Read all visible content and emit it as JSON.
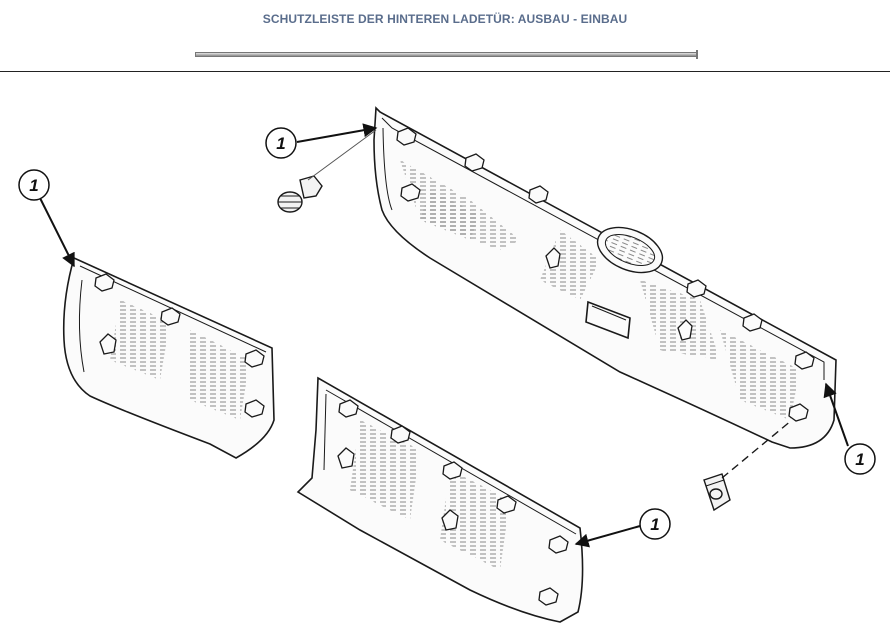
{
  "header": {
    "title": "SCHUTZLEISTE DER HINTEREN LADETÜR: AUSBAU - EINBAU"
  },
  "callouts": [
    {
      "id": "callout-top",
      "label": "1"
    },
    {
      "id": "callout-left",
      "label": "1"
    },
    {
      "id": "callout-right",
      "label": "1"
    },
    {
      "id": "callout-bottom",
      "label": "1"
    }
  ],
  "colors": {
    "title": "#5a6d8c",
    "line": "#1a1a1a",
    "panel": "#f8f8f8"
  }
}
